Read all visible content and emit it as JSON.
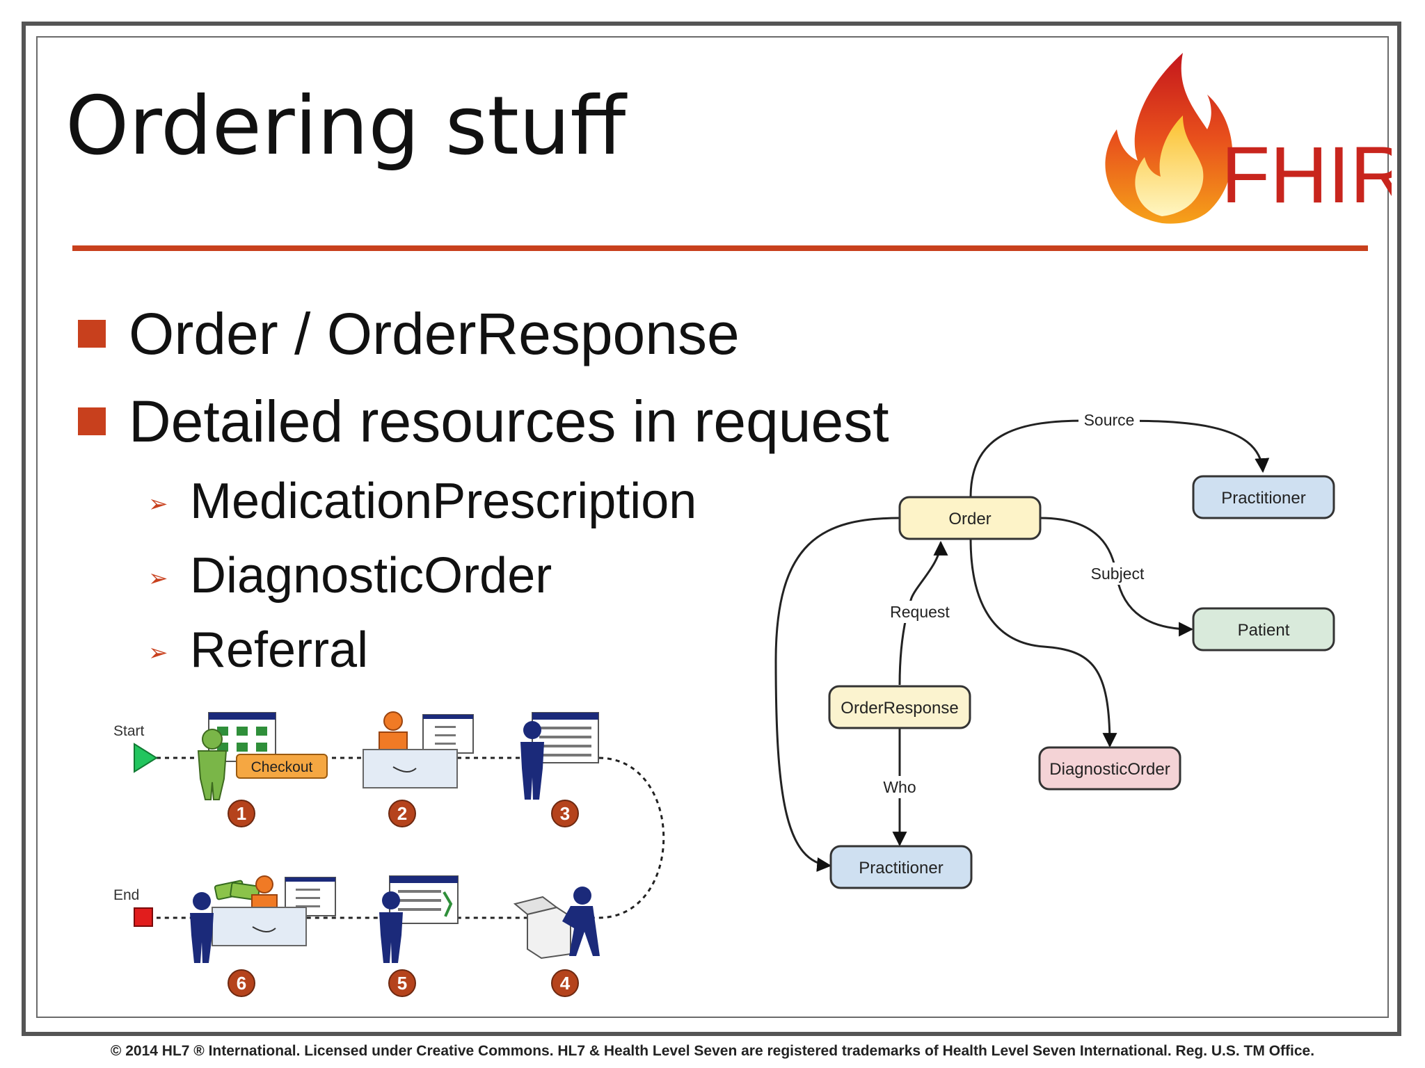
{
  "title": "Ordering stuff",
  "logo_text": "FHIR",
  "bullets": [
    {
      "text": "Order / OrderResponse"
    },
    {
      "text": "Detailed resources in request"
    }
  ],
  "sub_bullets": [
    {
      "text": "MedicationPrescription"
    },
    {
      "text": "DiagnosticOrder"
    },
    {
      "text": "Referral"
    }
  ],
  "resource_diagram": {
    "nodes": {
      "order": "Order",
      "practitioner_top": "Practitioner",
      "patient": "Patient",
      "order_response": "OrderResponse",
      "diagnostic_order": "DiagnosticOrder",
      "practitioner_bottom": "Practitioner"
    },
    "edges": {
      "source": "Source",
      "subject": "Subject",
      "request": "Request",
      "who": "Who"
    },
    "colors": {
      "order_fill": "#fdf3c8",
      "practitioner_fill": "#cfe0f1",
      "patient_fill": "#d9eadb",
      "diagnostic_fill": "#f4d3d6",
      "response_fill": "#fbf3cf"
    }
  },
  "workflow_diagram": {
    "start_label": "Start",
    "end_label": "End",
    "checkout_label": "Checkout",
    "steps": [
      "1",
      "2",
      "3",
      "4",
      "5",
      "6"
    ],
    "colors": {
      "start_marker": "#22c55e",
      "end_marker": "#e11d1d",
      "step_badge": "#b5431c",
      "checkout": "#f5a742",
      "person_green": "#7ab648",
      "person_orange": "#f07a25",
      "person_navy": "#1b2a7a"
    }
  },
  "footer": {
    "copyright": "© 2014 HL7 ® International. Licensed under Creative Commons. HL7 & Health Level Seven are registered trademarks of Health Level Seven International. Reg. U.S. TM Office."
  },
  "theme": {
    "accent": "#c8401d"
  }
}
